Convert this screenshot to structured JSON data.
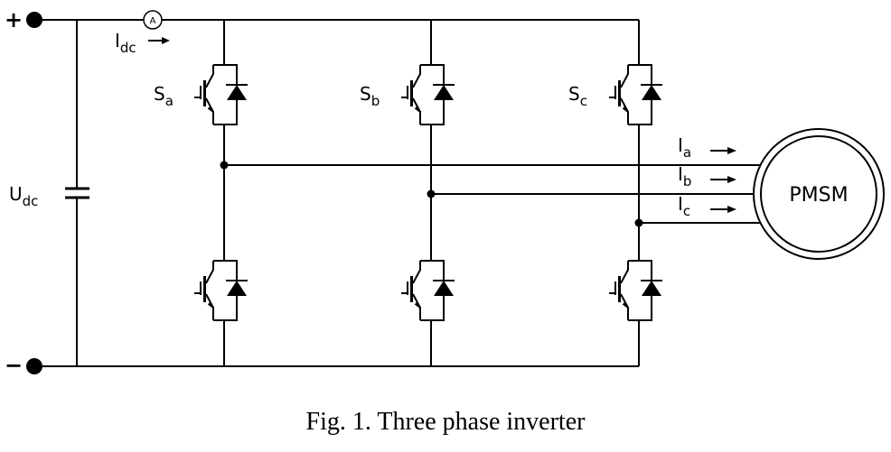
{
  "terminals": {
    "positive": "+",
    "negative": "−"
  },
  "ammeter": {
    "symbol": "A"
  },
  "dc_current": {
    "main": "I",
    "sub": "dc"
  },
  "dc_voltage": {
    "main": "U",
    "sub": "dc"
  },
  "switches": [
    {
      "main": "S",
      "sub": "a"
    },
    {
      "main": "S",
      "sub": "b"
    },
    {
      "main": "S",
      "sub": "c"
    }
  ],
  "phase_currents": [
    {
      "main": "I",
      "sub": "a"
    },
    {
      "main": "I",
      "sub": "b"
    },
    {
      "main": "I",
      "sub": "c"
    }
  ],
  "motor": {
    "label": "PMSM"
  },
  "caption": "Fig. 1.  Three phase inverter"
}
